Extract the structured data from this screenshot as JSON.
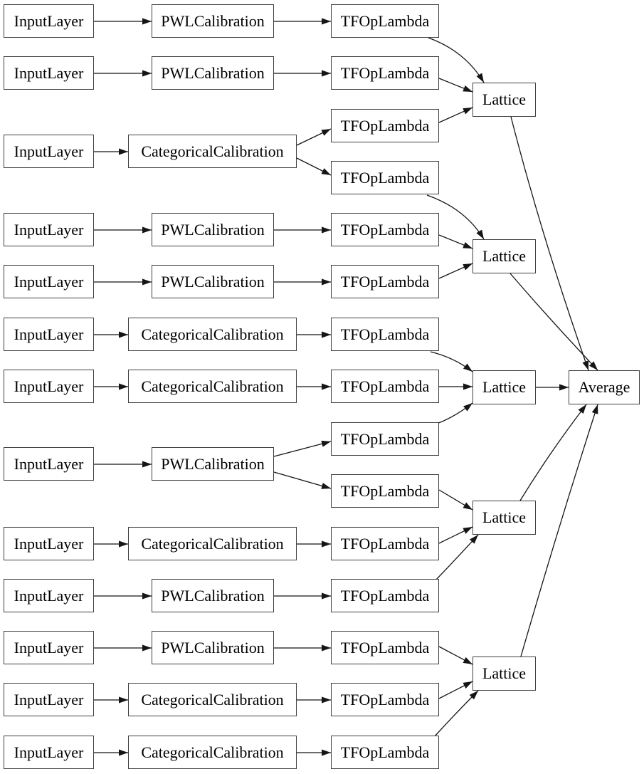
{
  "labels": {
    "input_layer": "InputLayer",
    "pwl_calibration": "PWLCalibration",
    "categorical_calibration": "CategoricalCalibration",
    "tf_op_lambda": "TFOpLambda",
    "lattice": "Lattice",
    "average": "Average"
  },
  "colors": {
    "background": "#ffffff",
    "node_border": "#3f3f3f",
    "edge": "#151515",
    "text": "#000000"
  },
  "graph": {
    "description": "Keras lattice ensemble model graph, left-to-right",
    "rows": [
      {
        "input": "InputLayer",
        "calibration": "PWLCalibration",
        "lambdas": [
          "TFOpLambda"
        ],
        "to_lattice": [
          1
        ]
      },
      {
        "input": "InputLayer",
        "calibration": "PWLCalibration",
        "lambdas": [
          "TFOpLambda"
        ],
        "to_lattice": [
          1
        ]
      },
      {
        "input": "InputLayer",
        "calibration": "CategoricalCalibration",
        "lambdas": [
          "TFOpLambda",
          "TFOpLambda"
        ],
        "to_lattice": [
          1,
          2
        ]
      },
      {
        "input": "InputLayer",
        "calibration": "PWLCalibration",
        "lambdas": [
          "TFOpLambda"
        ],
        "to_lattice": [
          2
        ]
      },
      {
        "input": "InputLayer",
        "calibration": "PWLCalibration",
        "lambdas": [
          "TFOpLambda"
        ],
        "to_lattice": [
          2
        ]
      },
      {
        "input": "InputLayer",
        "calibration": "CategoricalCalibration",
        "lambdas": [
          "TFOpLambda"
        ],
        "to_lattice": [
          3
        ]
      },
      {
        "input": "InputLayer",
        "calibration": "CategoricalCalibration",
        "lambdas": [
          "TFOpLambda"
        ],
        "to_lattice": [
          3
        ]
      },
      {
        "input": "InputLayer",
        "calibration": "PWLCalibration",
        "lambdas": [
          "TFOpLambda",
          "TFOpLambda"
        ],
        "to_lattice": [
          3,
          4
        ]
      },
      {
        "input": "InputLayer",
        "calibration": "CategoricalCalibration",
        "lambdas": [
          "TFOpLambda"
        ],
        "to_lattice": [
          4
        ]
      },
      {
        "input": "InputLayer",
        "calibration": "PWLCalibration",
        "lambdas": [
          "TFOpLambda"
        ],
        "to_lattice": [
          4
        ]
      },
      {
        "input": "InputLayer",
        "calibration": "PWLCalibration",
        "lambdas": [
          "TFOpLambda"
        ],
        "to_lattice": [
          5
        ]
      },
      {
        "input": "InputLayer",
        "calibration": "CategoricalCalibration",
        "lambdas": [
          "TFOpLambda"
        ],
        "to_lattice": [
          5
        ]
      },
      {
        "input": "InputLayer",
        "calibration": "CategoricalCalibration",
        "lambdas": [
          "TFOpLambda"
        ],
        "to_lattice": [
          5
        ]
      }
    ],
    "lattice_count": 5,
    "lattices_feed": "Average",
    "output_node": "Average"
  }
}
